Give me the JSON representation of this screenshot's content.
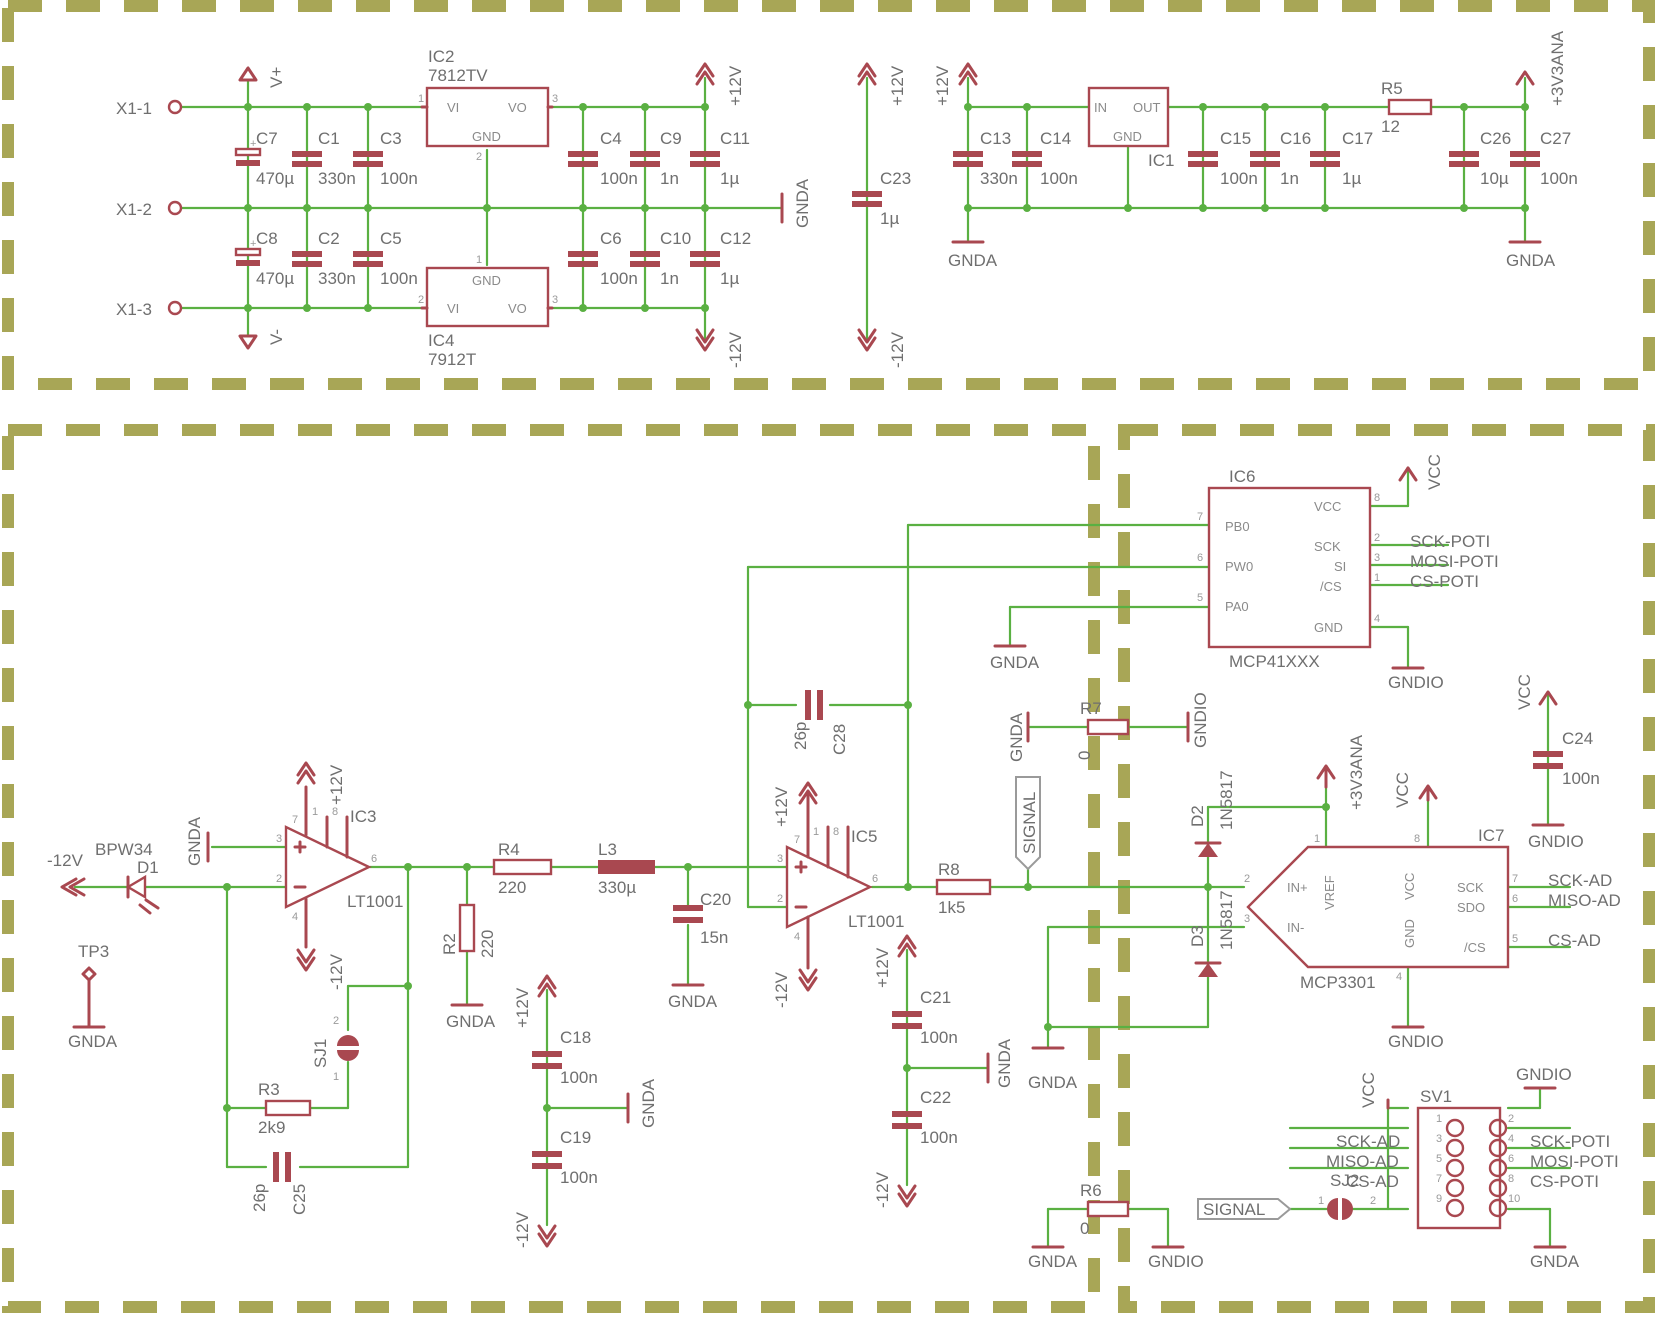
{
  "ports": {
    "x1_1": "X1-1",
    "x1_2": "X1-2",
    "x1_3": "X1-3"
  },
  "supplies": {
    "vplus": "V+",
    "vminus": "V-",
    "p12": "+12V",
    "m12": "-12V",
    "gnda": "GNDA",
    "gndio": "GNDIO",
    "vcc": "VCC",
    "p3v3ana": "+3V3ANA"
  },
  "regulators": {
    "ic2": {
      "name": "IC2",
      "value": "7812TV",
      "vi": "VI",
      "vo": "VO",
      "gnd": "GND",
      "p1": "1",
      "p2": "2",
      "p3": "3"
    },
    "ic4": {
      "name": "IC4",
      "value": "7912T",
      "vi": "VI",
      "vo": "VO",
      "gnd": "GND",
      "p1": "1",
      "p2": "2",
      "p3": "3"
    },
    "ic1": {
      "name": "IC1",
      "in": "IN",
      "out": "OUT",
      "gnd": "GND"
    }
  },
  "capacitors": {
    "c7": {
      "name": "C7",
      "value": "470µ"
    },
    "c8": {
      "name": "C8",
      "value": "470µ"
    },
    "c1": {
      "name": "C1",
      "value": "330n"
    },
    "c2": {
      "name": "C2",
      "value": "330n"
    },
    "c3": {
      "name": "C3",
      "value": "100n"
    },
    "c5": {
      "name": "C5",
      "value": "100n"
    },
    "c4": {
      "name": "C4",
      "value": "100n"
    },
    "c6": {
      "name": "C6",
      "value": "100n"
    },
    "c9": {
      "name": "C9",
      "value": "1n"
    },
    "c10": {
      "name": "C10",
      "value": "1n"
    },
    "c11": {
      "name": "C11",
      "value": "1µ"
    },
    "c12": {
      "name": "C12",
      "value": "1µ"
    },
    "c23": {
      "name": "C23",
      "value": "1µ"
    },
    "c13": {
      "name": "C13",
      "value": "330n"
    },
    "c14": {
      "name": "C14",
      "value": "100n"
    },
    "c15": {
      "name": "C15",
      "value": "100n"
    },
    "c16": {
      "name": "C16",
      "value": "1n"
    },
    "c17": {
      "name": "C17",
      "value": "1µ"
    },
    "c26": {
      "name": "C26",
      "value": "10µ"
    },
    "c27": {
      "name": "C27",
      "value": "100n"
    },
    "c28": {
      "name": "C28",
      "value": "26p"
    },
    "c25": {
      "name": "C25",
      "value": "26p"
    },
    "c20": {
      "name": "C20",
      "value": "15n"
    },
    "c18": {
      "name": "C18",
      "value": "100n"
    },
    "c19": {
      "name": "C19",
      "value": "100n"
    },
    "c21": {
      "name": "C21",
      "value": "100n"
    },
    "c22": {
      "name": "C22",
      "value": "100n"
    },
    "c24": {
      "name": "C24",
      "value": "100n"
    }
  },
  "resistors": {
    "r5": {
      "name": "R5",
      "value": "12"
    },
    "r4": {
      "name": "R4",
      "value": "220"
    },
    "r2": {
      "name": "R2",
      "value": "220"
    },
    "r3": {
      "name": "R3",
      "value": "2k9"
    },
    "r8": {
      "name": "R8",
      "value": "1k5"
    },
    "r7": {
      "name": "R7",
      "value": "0"
    },
    "r6": {
      "name": "R6",
      "value": "0"
    }
  },
  "inductor": {
    "name": "L3",
    "value": "330µ"
  },
  "opamps": {
    "ic3": {
      "name": "IC3",
      "value": "LT1001",
      "p7": "7",
      "p1": "1",
      "p8": "8",
      "p3": "3",
      "p2": "2",
      "p6": "6",
      "p4": "4"
    },
    "ic5": {
      "name": "IC5",
      "value": "LT1001",
      "p7": "7",
      "p1": "1",
      "p8": "8",
      "p3": "3",
      "p2": "2",
      "p6": "6",
      "p4": "4"
    }
  },
  "photodiode": {
    "name": "D1",
    "value": "BPW34"
  },
  "testpoint": {
    "name": "TP3"
  },
  "jumpers": {
    "sj1": {
      "name": "SJ1",
      "p1": "1",
      "p2": "2"
    },
    "sj2": {
      "name": "SJ2",
      "p1": "1",
      "p2": "2"
    }
  },
  "diodes": {
    "d2": {
      "name": "D2",
      "value": "1N5817"
    },
    "d3": {
      "name": "D3",
      "value": "1N5817"
    }
  },
  "ic6": {
    "name": "IC6",
    "value": "MCP41XXX",
    "pins": {
      "pb0": "PB0",
      "pw0": "PW0",
      "pa0": "PA0",
      "vcc": "VCC",
      "sck": "SCK",
      "si": "SI",
      "cs": "/CS",
      "gnd": "GND"
    },
    "nums": {
      "n7": "7",
      "n6": "6",
      "n5": "5",
      "n8": "8",
      "n2": "2",
      "n3": "3",
      "n1": "1",
      "n4": "4"
    }
  },
  "ic7": {
    "name": "IC7",
    "value": "MCP3301",
    "pins": {
      "inp": "IN+",
      "inn": "IN-",
      "vref": "VREF",
      "gnd": "GND",
      "vcc": "VCC",
      "sck": "SCK",
      "sdo": "SDO",
      "cs": "/CS"
    },
    "nums": {
      "n2": "2",
      "n3": "3",
      "n1": "1",
      "n4": "4",
      "n8": "8",
      "n7": "7",
      "n6": "6",
      "n5": "5"
    }
  },
  "nets": {
    "signal": "SIGNAL",
    "sck_poti": "SCK-POTI",
    "mosi_poti": "MOSI-POTI",
    "cs_poti": "CS-POTI",
    "sck_ad": "SCK-AD",
    "miso_ad": "MISO-AD",
    "cs_ad": "CS-AD"
  },
  "header": {
    "name": "SV1",
    "pins": [
      "1",
      "2",
      "3",
      "4",
      "5",
      "6",
      "7",
      "8",
      "9",
      "10"
    ]
  }
}
